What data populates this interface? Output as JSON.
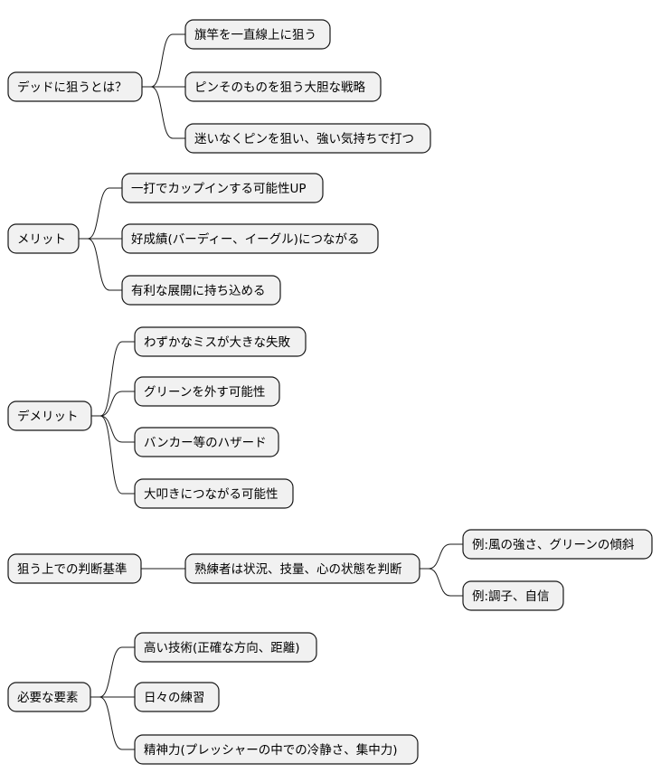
{
  "mindmap": {
    "branches": [
      {
        "id": "b0",
        "label": "デッドに狙うとは？",
        "children": [
          {
            "id": "b0c0",
            "label": "旗竿を一直線上に狙う"
          },
          {
            "id": "b0c1",
            "label": "ピンそのものを狙う大胆な戦略"
          },
          {
            "id": "b0c2",
            "label": "迷いなくピンを狙い、強い気持ちで打つ"
          }
        ]
      },
      {
        "id": "b1",
        "label": "メリット",
        "children": [
          {
            "id": "b1c0",
            "label": "一打でカップインする可能性UP"
          },
          {
            "id": "b1c1",
            "label": "好成績(バーディー、イーグル)につながる"
          },
          {
            "id": "b1c2",
            "label": "有利な展開に持ち込める"
          }
        ]
      },
      {
        "id": "b2",
        "label": "デメリット",
        "children": [
          {
            "id": "b2c0",
            "label": "わずかなミスが大きな失敗"
          },
          {
            "id": "b2c1",
            "label": "グリーンを外す可能性"
          },
          {
            "id": "b2c2",
            "label": "バンカー等のハザード"
          },
          {
            "id": "b2c3",
            "label": "大叩きにつながる可能性"
          }
        ]
      },
      {
        "id": "b3",
        "label": "狙う上での判断基準",
        "children": [
          {
            "id": "b3c0",
            "label": "熟練者は状況、技量、心の状態を判断",
            "children": [
              {
                "id": "b3c0g0",
                "label": "例:風の強さ、グリーンの傾斜"
              },
              {
                "id": "b3c0g1",
                "label": "例:調子、自信"
              }
            ]
          }
        ]
      },
      {
        "id": "b4",
        "label": "必要な要素",
        "children": [
          {
            "id": "b4c0",
            "label": "高い技術(正確な方向、距離)"
          },
          {
            "id": "b4c1",
            "label": "日々の練習"
          },
          {
            "id": "b4c2",
            "label": "精神力(プレッシャーの中での冷静さ、集中力)"
          }
        ]
      }
    ]
  }
}
